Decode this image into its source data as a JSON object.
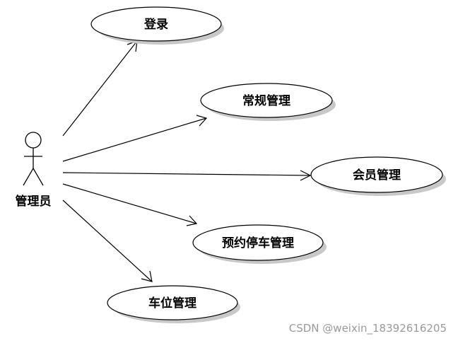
{
  "actor": {
    "label": "管理员"
  },
  "use_cases": [
    {
      "id": "login",
      "label": "登录"
    },
    {
      "id": "common",
      "label": "常规管理"
    },
    {
      "id": "member",
      "label": "会员管理"
    },
    {
      "id": "reserve",
      "label": "预约停车管理"
    },
    {
      "id": "space",
      "label": "车位管理"
    }
  ],
  "watermark": "CSDN @weixin_18392616205",
  "colors": {
    "line": "#000000",
    "shadow": "#c8c8c8",
    "fill": "#ffffff",
    "watermark": "#9a9a9a"
  }
}
